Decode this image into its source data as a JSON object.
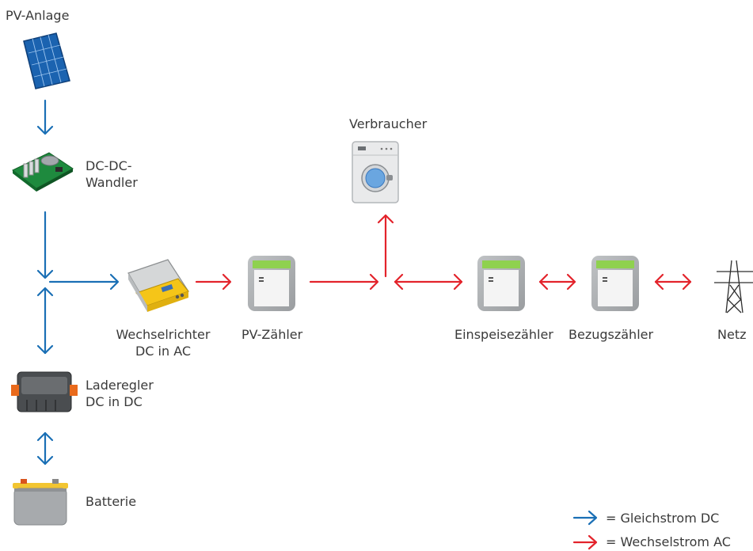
{
  "nodes": {
    "pv": {
      "label": "PV-Anlage"
    },
    "dcdc": {
      "line1": "DC-DC-",
      "line2": "Wandler"
    },
    "inverter": {
      "line1": "Wechselrichter",
      "line2": "DC in AC"
    },
    "pv_meter": {
      "label": "PV-Zähler"
    },
    "consumer": {
      "label": "Verbraucher"
    },
    "feed_meter": {
      "label": "Einspeisezähler"
    },
    "supply_meter": {
      "label": "Bezugszähler"
    },
    "grid": {
      "label": "Netz"
    },
    "charger": {
      "line1": "Laderegler",
      "line2": "DC in DC"
    },
    "battery": {
      "label": "Batterie"
    }
  },
  "legend": {
    "dc": {
      "label": "= Gleichstrom DC",
      "color": "#1a6fb5"
    },
    "ac": {
      "label": "= Wechselstrom AC",
      "color": "#e3232b"
    }
  }
}
